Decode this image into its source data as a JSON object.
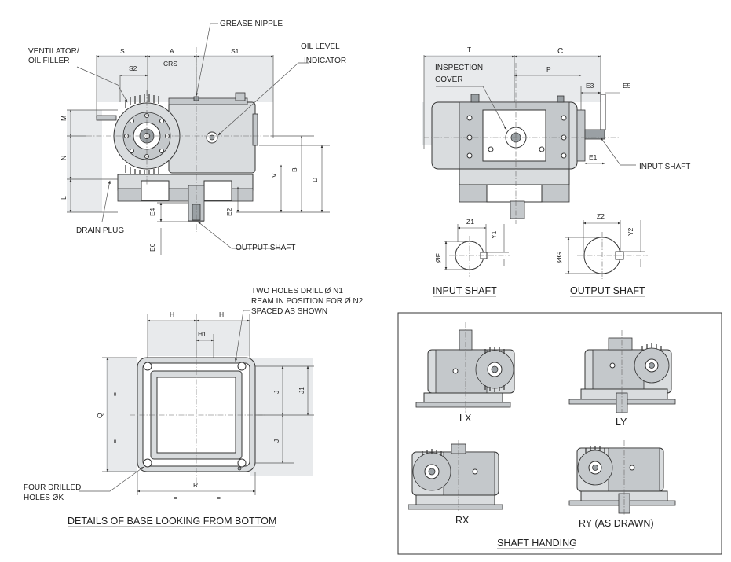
{
  "front_view": {
    "labels": {
      "grease_nipple": "GREASE NIPPLE",
      "ventilator_line1": "VENTILATOR/",
      "ventilator_line2": "OIL FILLER",
      "oil_level_line1": "OIL LEVEL",
      "oil_level_line2": "INDICATOR",
      "drain_plug": "DRAIN PLUG",
      "output_shaft": "OUTPUT SHAFT"
    },
    "dims": {
      "s": "S",
      "a": "A",
      "crs": "CRS",
      "s1": "S1",
      "s2": "S2",
      "m": "M",
      "n": "N",
      "l": "L",
      "v": "V",
      "b": "B",
      "d": "D",
      "e4": "E4",
      "e2": "E2",
      "e6": "E6"
    }
  },
  "side_view": {
    "labels": {
      "inspection_line1": "INSPECTION",
      "inspection_line2": "COVER",
      "input_shaft": "INPUT SHAFT"
    },
    "dims": {
      "t": "T",
      "c": "C",
      "p": "P",
      "e3": "E3",
      "e5": "E5",
      "e1": "E1"
    }
  },
  "shaft_details": {
    "input": {
      "z": "Z1",
      "y": "Y1",
      "f": "ØF",
      "caption": "INPUT SHAFT"
    },
    "output": {
      "z": "Z2",
      "y": "Y2",
      "g": "ØG",
      "caption": "OUTPUT SHAFT"
    }
  },
  "base_view": {
    "labels": {
      "holes_line1": "TWO HOLES DRILL Ø N1",
      "holes_line2": "REAM IN POSITION FOR Ø N2",
      "holes_line3": "SPACED AS SHOWN",
      "four_line1": "FOUR DRILLED",
      "four_line2": "HOLES ØK",
      "caption": "DETAILS OF BASE LOOKING FROM BOTTOM"
    },
    "dims": {
      "h": "H",
      "h1": "H1",
      "j": "J",
      "j1": "J1",
      "q": "Q",
      "r": "R",
      "eq": "="
    }
  },
  "handing": {
    "title": "SHAFT HANDING",
    "variants": [
      "LX",
      "LY",
      "RX",
      "RY (AS DRAWN)"
    ]
  }
}
